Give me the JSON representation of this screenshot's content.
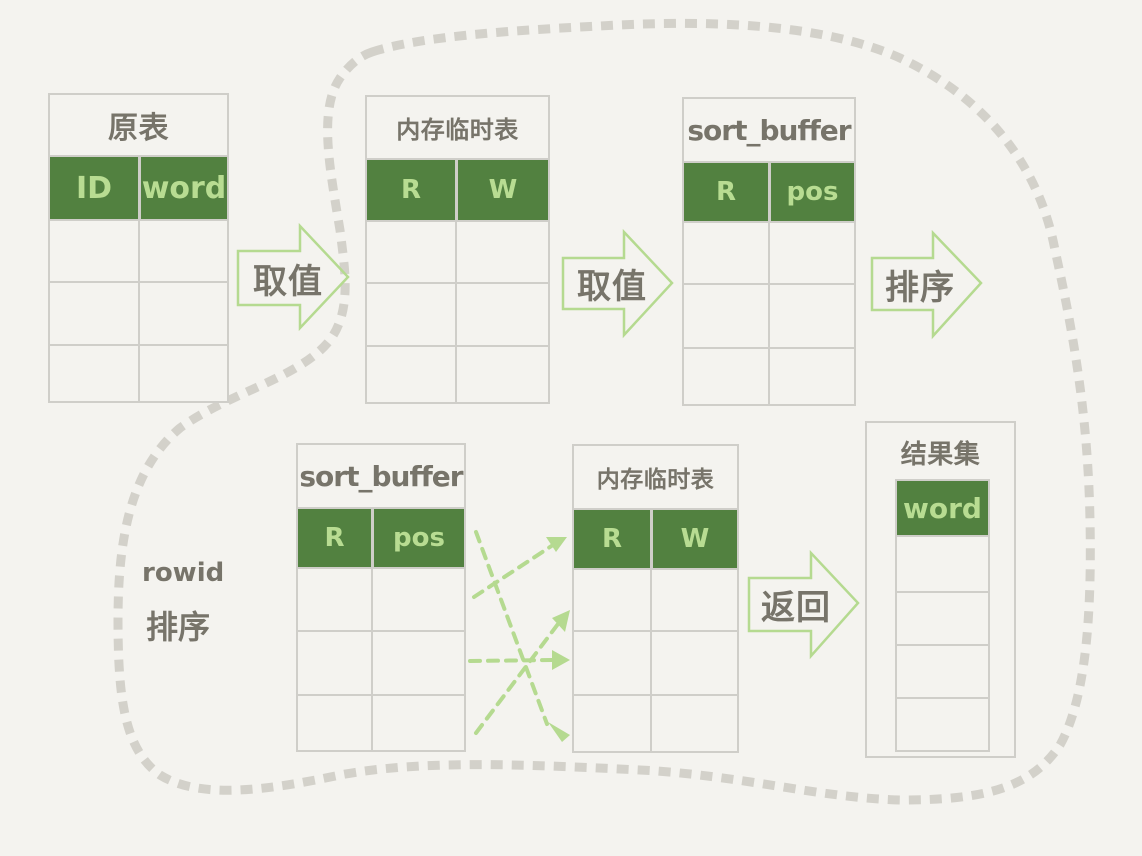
{
  "colors": {
    "background": "#f4f3ef",
    "table_border": "#cfcec9",
    "header_fill": "#528140",
    "header_text": "#b8dc92",
    "label_text": "#77746a",
    "arrow_outline": "#b5da90",
    "dashed_boundary": "#d3d1ca"
  },
  "tables": {
    "source": {
      "title": "原表",
      "columns": [
        "ID",
        "word"
      ],
      "empty_rows": 3
    },
    "temp_top": {
      "title": "内存临时表",
      "columns": [
        "R",
        "W"
      ],
      "empty_rows": 3
    },
    "sort_buffer_top": {
      "title": "sort_buffer",
      "columns": [
        "R",
        "pos"
      ],
      "empty_rows": 3
    },
    "sort_buffer_bottom": {
      "title": "sort_buffer",
      "columns": [
        "R",
        "pos"
      ],
      "empty_rows": 3
    },
    "temp_bottom": {
      "title": "内存临时表",
      "columns": [
        "R",
        "W"
      ],
      "empty_rows": 3
    },
    "result_set": {
      "title": "结果集",
      "columns": [
        "word"
      ],
      "empty_rows": 4
    }
  },
  "arrows": {
    "fetch_1": "取值",
    "fetch_2": "取值",
    "sort": "排序",
    "return": "返回"
  },
  "notes": {
    "rowid_sort_line1": "rowid",
    "rowid_sort_line2": "排序"
  }
}
